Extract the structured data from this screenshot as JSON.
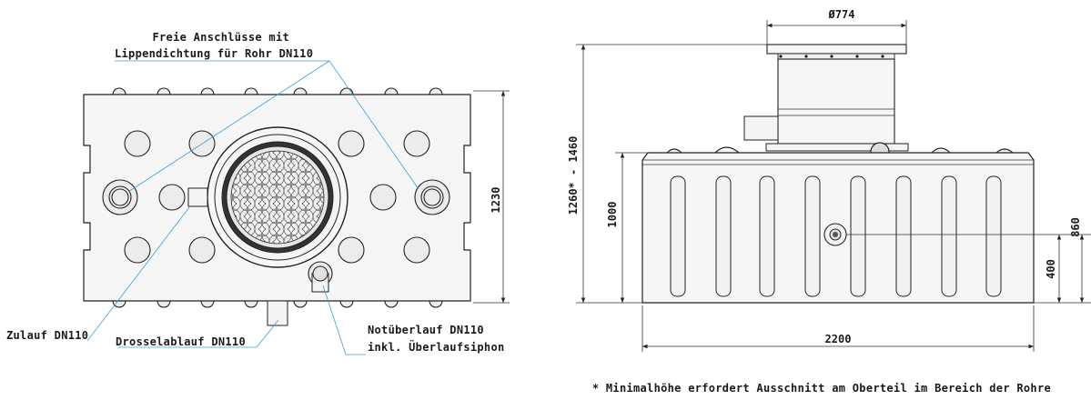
{
  "top_view": {
    "label_connections_line1": "Freie Anschlüsse mit",
    "label_connections_line2": "Lippendichtung für Rohr DN110",
    "label_inlet": "Zulauf DN110",
    "label_throttle": "Drosselablauf DN110",
    "label_overflow_line1": "Notüberlauf DN110",
    "label_overflow_line2": "inkl. Überlaufsiphon",
    "dim_height": "1230"
  },
  "side_view": {
    "dim_cover_diameter": "Ø774",
    "dim_total_height": "1260* - 1460",
    "dim_tank_height": "1000",
    "dim_outlet_height": "860",
    "dim_inlet_height": "400",
    "dim_length": "2200"
  },
  "footnote": "* Minimalhöhe erfordert Ausschnitt am Oberteil im Bereich der Rohre",
  "colors": {
    "leader": "#3aa0d8",
    "outline": "#222222",
    "fill": "#f6f6f6"
  }
}
